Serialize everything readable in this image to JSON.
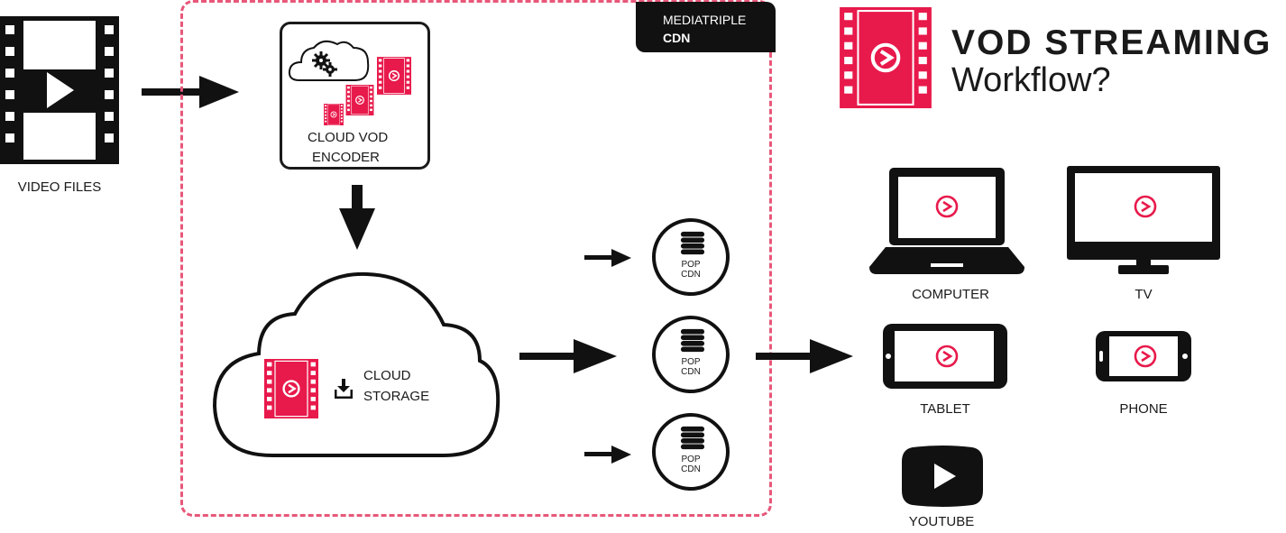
{
  "title": {
    "line1": "VOD STREAMING",
    "line2": "Workflow?"
  },
  "colors": {
    "accent": "#e8194b",
    "dash": "#e8577a",
    "ink": "#111111"
  },
  "source": {
    "label": "VIDEO FILES",
    "icon": "film-strip-play-icon"
  },
  "cdn": {
    "tag_line1": "MEDIATRIPLE",
    "tag_line2": "CDN",
    "encoder": {
      "line1": "CLOUD VOD",
      "line2": "ENCODER",
      "icon": "cloud-gears-icon"
    },
    "storage": {
      "line1": "CLOUD",
      "line2": "STORAGE",
      "icon": "download-icon"
    },
    "pops": [
      {
        "line1": "POP",
        "line2": "CDN"
      },
      {
        "line1": "POP",
        "line2": "CDN"
      },
      {
        "line1": "POP",
        "line2": "CDN"
      }
    ]
  },
  "devices": {
    "computer": "COMPUTER",
    "tv": "TV",
    "tablet": "TABLET",
    "phone": "PHONE",
    "youtube": "YOUTUBE"
  }
}
